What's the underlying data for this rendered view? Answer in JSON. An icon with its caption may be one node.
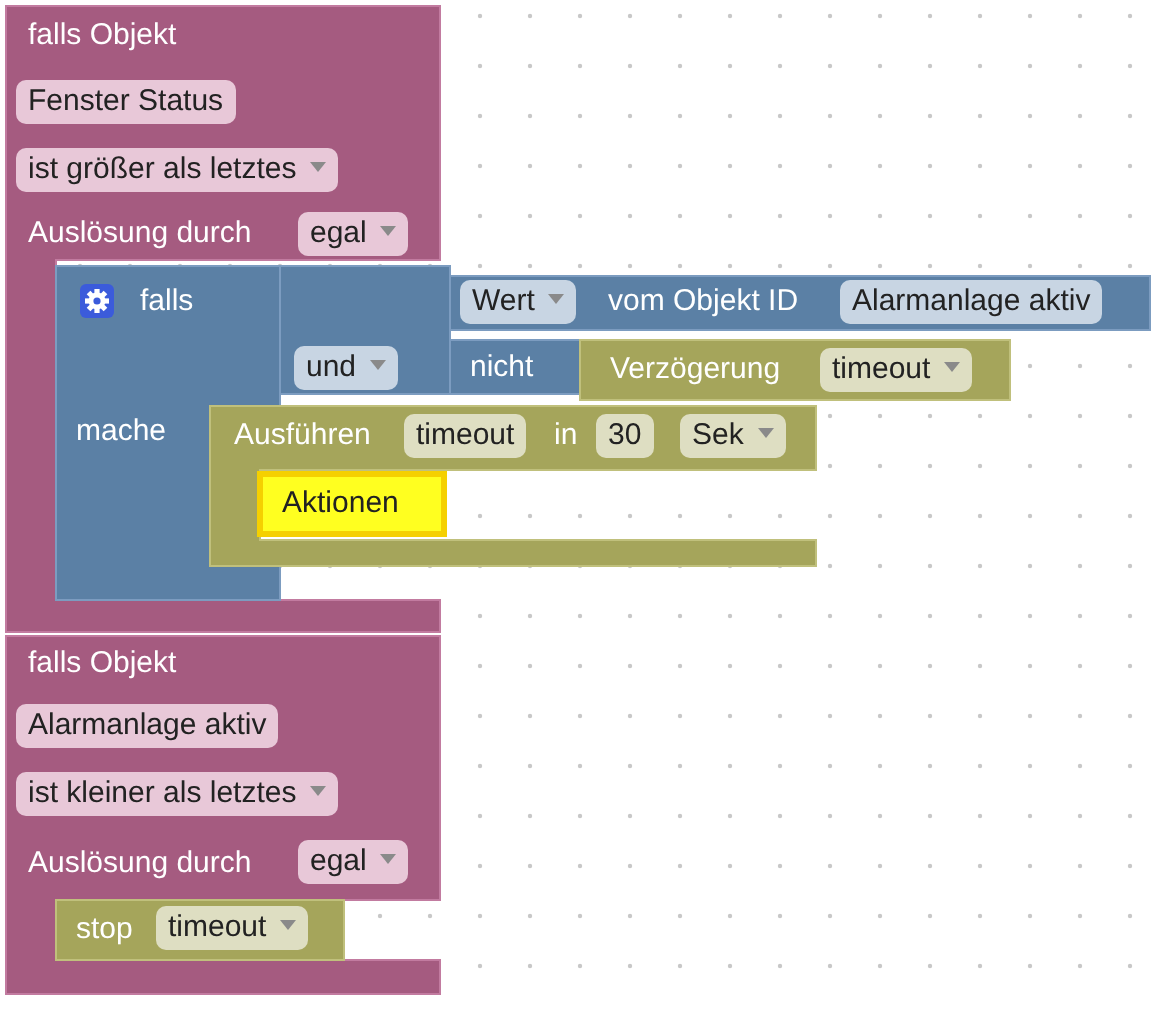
{
  "diagram": {
    "nodes": [
      {
        "text": [
          "falls Objekt",
          "Auslösung durch"
        ]
      },
      {
        "text": [
          "Fenster Status"
        ],
        "in": 0
      },
      {
        "text": [
          "ist größer als letztes"
        ],
        "in": 0
      },
      {
        "text": [
          "egal"
        ],
        "in": 0
      },
      {
        "text": [
          "falls",
          "mache"
        ],
        "in": 0
      },
      {
        "text": [],
        "shape": "box"
      },
      {
        "text": [
          "und"
        ],
        "in": 5
      },
      {
        "text": [
          "vom Objekt ID"
        ]
      },
      {
        "text": [
          "Wert"
        ],
        "in": 7
      },
      {
        "text": [
          "Alarmanlage aktiv"
        ],
        "in": 7
      },
      {
        "text": [
          "nicht"
        ]
      },
      {
        "text": [
          "Verzögerung"
        ]
      },
      {
        "text": [
          "timeout"
        ],
        "in": 11
      },
      {
        "text": [
          "Ausführen",
          "in"
        ]
      },
      {
        "text": [
          "timeout"
        ],
        "in": 13
      },
      {
        "text": [
          "30"
        ],
        "in": 13
      },
      {
        "text": [
          "Sek"
        ],
        "in": 13
      },
      {
        "text": [
          "Aktionen"
        ],
        "in": 13
      },
      {
        "text": [
          "falls Objekt",
          "Auslösung durch"
        ]
      },
      {
        "text": [
          "Alarmanlage aktiv"
        ],
        "in": 18
      },
      {
        "text": [
          "ist kleiner als letztes"
        ],
        "in": 18
      },
      {
        "text": [
          "egal"
        ],
        "in": 18
      },
      {
        "text": [
          "stop"
        ],
        "in": 18
      },
      {
        "text": [
          "timeout"
        ],
        "in": 22
      }
    ]
  }
}
